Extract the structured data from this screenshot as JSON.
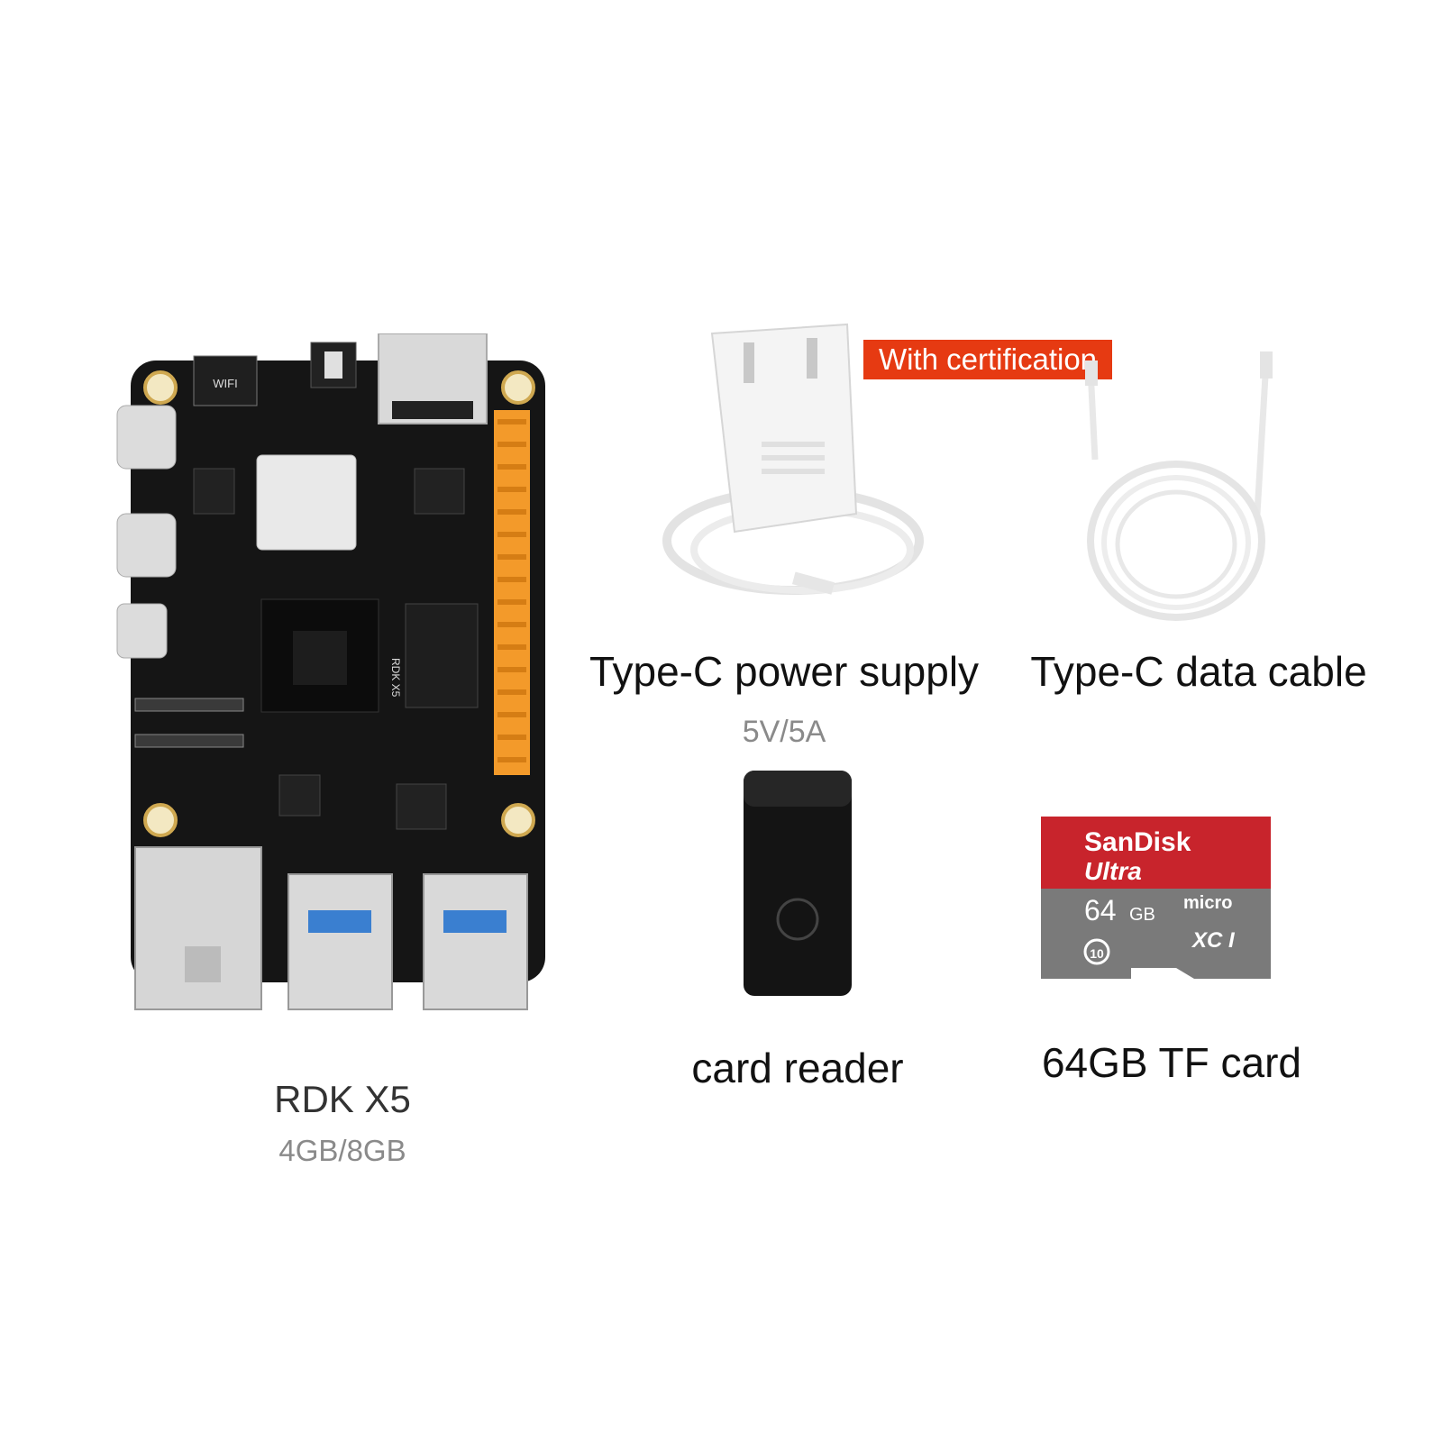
{
  "board": {
    "title": "RDK X5",
    "subtitle": "4GB/8GB",
    "silk_wifi": "WIFI",
    "silk_model": "RDK X5"
  },
  "power_supply": {
    "label": "Type-C power supply",
    "rating": "5V/5A",
    "badge": "With certification"
  },
  "data_cable": {
    "label": "Type-C data cable"
  },
  "card_reader": {
    "label": "card reader"
  },
  "tf_card": {
    "label": "64GB TF card",
    "brand": "SanDisk",
    "line": "Ultra",
    "capacity": "64",
    "capacity_unit": "GB",
    "micro": "micro",
    "class": "10",
    "format": "XC I"
  },
  "colors": {
    "badge": "#e63a12",
    "pcb": "#151515",
    "header_pins": "#f39a2a",
    "sd_red": "#c8242c",
    "sd_gray": "#7a7a7a"
  }
}
